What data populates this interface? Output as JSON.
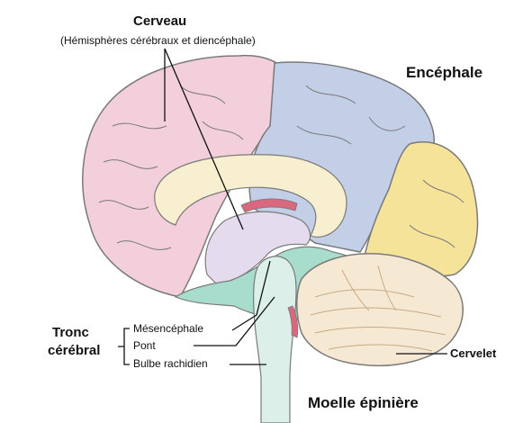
{
  "labels": {
    "cerveau": "Cerveau",
    "cerveau_sub": "(Hémisphères cérébraux et diencéphale)",
    "encephale": "Encéphale",
    "tronc_1": "Tronc",
    "tronc_2": "cérébral",
    "mesencephale": "Mésencéphale",
    "pont": "Pont",
    "bulbe": "Bulbe rachidien",
    "cervelet": "Cervelet",
    "moelle": "Moelle épinière"
  },
  "colors": {
    "cerveau_pink": "#f3cfdb",
    "parietal_blue": "#c3cfe6",
    "occipital_yellow": "#f5e39a",
    "corpus_callosum": "#f7efcf",
    "diencephalon": "#e4dcee",
    "brainstem_teal": "#a8dccc",
    "spinal_cord": "#dcefe9",
    "cerebellum": "#f6e9d3",
    "choroid_red": "#d9677e",
    "outline": "#7a7a7a",
    "pointer": "#111111"
  }
}
